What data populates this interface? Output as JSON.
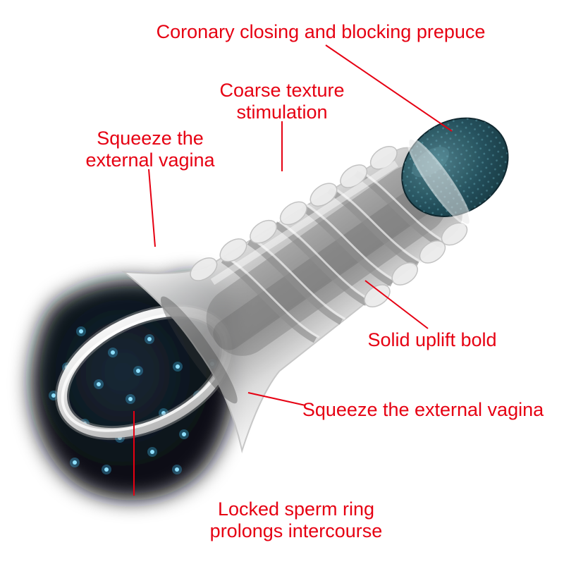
{
  "page": {
    "background": "#ffffff",
    "description": "Annotated product feature diagram"
  },
  "colors": {
    "annotation_red": "#e60012",
    "sleeve_gray": "#c9c9c9",
    "tip_teal": "#1d4a56",
    "blob_dark": "#070d14",
    "dot_cyan": "#8fe0ff",
    "ring_light": "#e9e9e9"
  },
  "annotations": {
    "labels": [
      {
        "id": "coronary",
        "text": "Coronary closing and blocking prepuce"
      },
      {
        "id": "coarse-texture",
        "text": "Coarse texture stimulation"
      },
      {
        "id": "squeeze-left",
        "text": "Squeeze the external vagina"
      },
      {
        "id": "solid-uplift",
        "text": "Solid uplift bold"
      },
      {
        "id": "squeeze-right",
        "text": "Squeeze the external vagina"
      },
      {
        "id": "locked-ring",
        "text": "Locked sperm ring prolongs intercourse"
      }
    ]
  }
}
